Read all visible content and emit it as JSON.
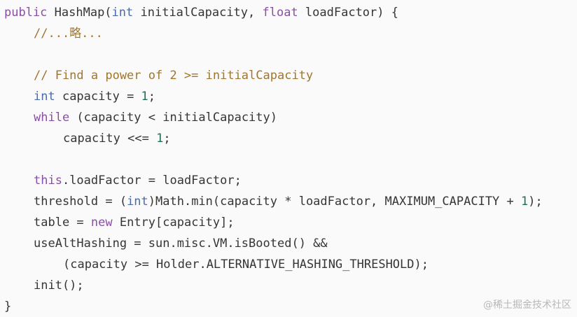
{
  "code": {
    "lines": [
      {
        "text": "public HashMap(int initialCapacity, float loadFactor) {"
      },
      {
        "text": "//...略..."
      },
      {
        "text": ""
      },
      {
        "text": "// Find a power of 2 >= initialCapacity"
      },
      {
        "text": "int capacity = 1;"
      },
      {
        "text": "while (capacity < initialCapacity)"
      },
      {
        "text": "capacity <<= 1;"
      },
      {
        "text": ""
      },
      {
        "text": "this.loadFactor = loadFactor;"
      },
      {
        "text": "threshold = (int)Math.min(capacity * loadFactor, MAXIMUM_CAPACITY + 1);"
      },
      {
        "text": "table = new Entry[capacity];"
      },
      {
        "text": "useAltHashing = sun.misc.VM.isBooted() &&"
      },
      {
        "text": "(capacity >= Holder.ALTERNATIVE_HASHING_THRESHOLD);"
      },
      {
        "text": "init();"
      },
      {
        "text": "}"
      }
    ]
  },
  "watermark": {
    "text": "@稀土掘金技术社区"
  },
  "colors": {
    "background": "#fafafa",
    "keyword": "#8a4fa2",
    "type": "#4a6aa8",
    "comment": "#a0762e",
    "number": "#1f6f5a",
    "text": "#353535"
  }
}
